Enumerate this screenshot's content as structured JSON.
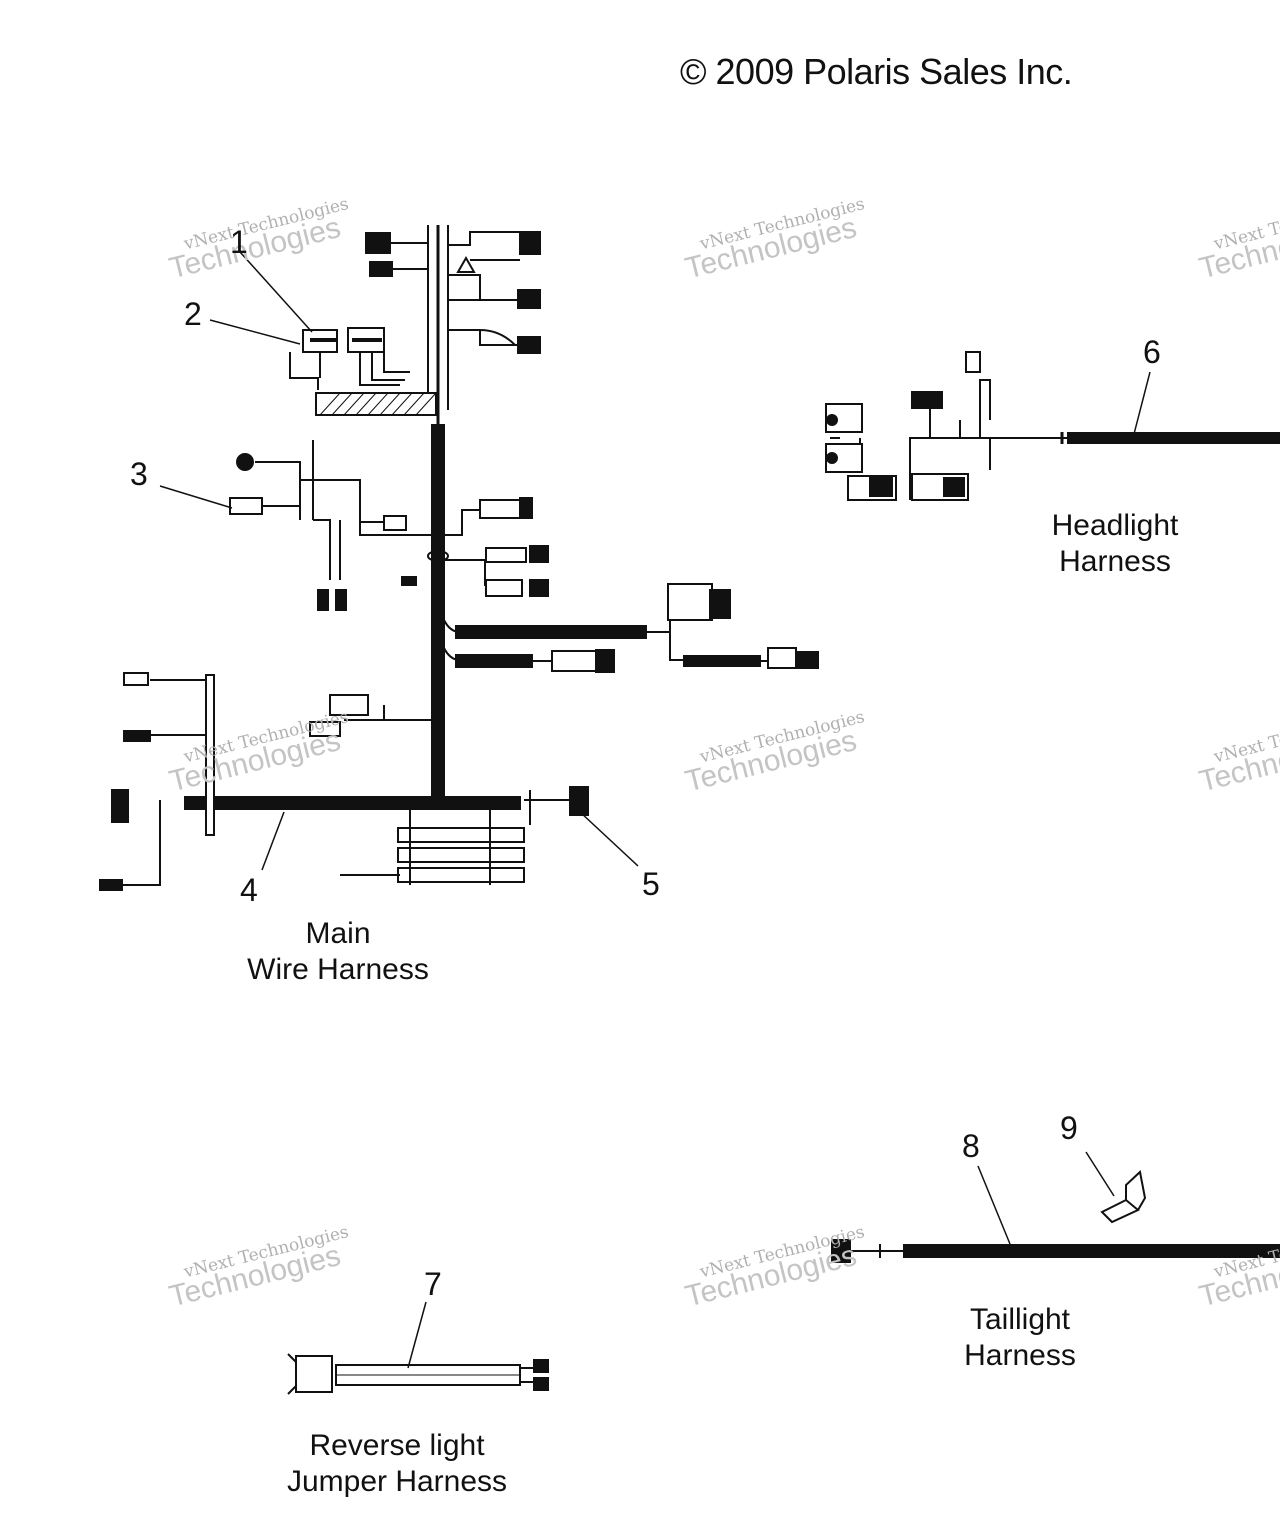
{
  "copyright": "© 2009 Polaris Sales Inc.",
  "callouts": [
    "1",
    "2",
    "3",
    "4",
    "5",
    "6",
    "7",
    "8",
    "9"
  ],
  "labels": {
    "main": [
      "Main",
      "Wire Harness"
    ],
    "headlight": [
      "Headlight",
      "Harness"
    ],
    "taillight": [
      "Taillight",
      "Harness"
    ],
    "reverse": [
      "Reverse light",
      "Jumper Harness"
    ]
  },
  "watermark": {
    "line1": "vNext Technologies",
    "line2": "Technologies"
  }
}
